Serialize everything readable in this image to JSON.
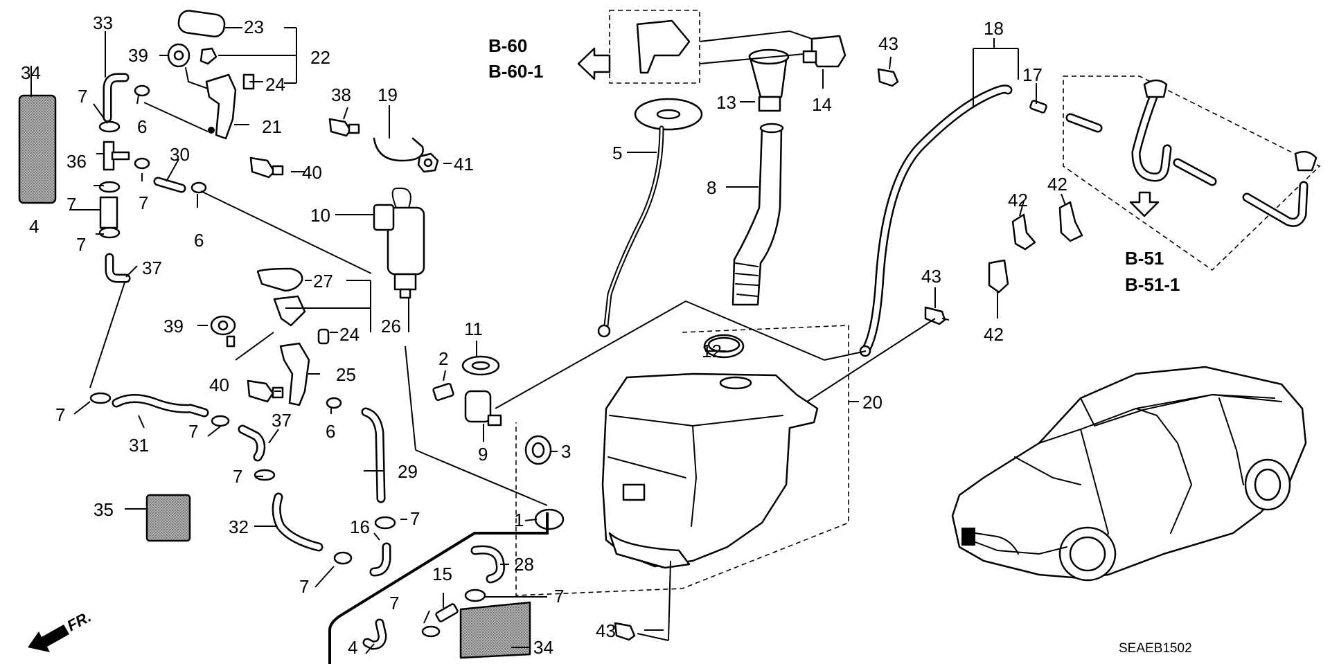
{
  "diagram": {
    "callouts": [
      {
        "id": "c33",
        "text": "33"
      },
      {
        "id": "c34a",
        "text": "34"
      },
      {
        "id": "c7a",
        "text": "7"
      },
      {
        "id": "c6a",
        "text": "6"
      },
      {
        "id": "c36",
        "text": "36"
      },
      {
        "id": "c30",
        "text": "30"
      },
      {
        "id": "c7b",
        "text": "7"
      },
      {
        "id": "c7c",
        "text": "7"
      },
      {
        "id": "c4a",
        "text": "4"
      },
      {
        "id": "c7d",
        "text": "7"
      },
      {
        "id": "c6b",
        "text": "6"
      },
      {
        "id": "c37a",
        "text": "37"
      },
      {
        "id": "c39a",
        "text": "39"
      },
      {
        "id": "c23",
        "text": "23"
      },
      {
        "id": "c22",
        "text": "22"
      },
      {
        "id": "c24a",
        "text": "24"
      },
      {
        "id": "c21",
        "text": "21"
      },
      {
        "id": "c38",
        "text": "38"
      },
      {
        "id": "c19",
        "text": "19"
      },
      {
        "id": "c40a",
        "text": "40"
      },
      {
        "id": "c41",
        "text": "41"
      },
      {
        "id": "c10",
        "text": "10"
      },
      {
        "id": "c27",
        "text": "27"
      },
      {
        "id": "c39b",
        "text": "39"
      },
      {
        "id": "c24b",
        "text": "24"
      },
      {
        "id": "c26",
        "text": "26"
      },
      {
        "id": "c25",
        "text": "25"
      },
      {
        "id": "c40b",
        "text": "40"
      },
      {
        "id": "c7e",
        "text": "7"
      },
      {
        "id": "c31",
        "text": "31"
      },
      {
        "id": "c7f",
        "text": "7"
      },
      {
        "id": "c37b",
        "text": "37"
      },
      {
        "id": "c6c",
        "text": "6"
      },
      {
        "id": "c29",
        "text": "29"
      },
      {
        "id": "c7g",
        "text": "7"
      },
      {
        "id": "c35",
        "text": "35"
      },
      {
        "id": "c32",
        "text": "32"
      },
      {
        "id": "c16",
        "text": "16"
      },
      {
        "id": "c7h",
        "text": "7"
      },
      {
        "id": "c7i",
        "text": "7"
      },
      {
        "id": "c4b",
        "text": "4"
      },
      {
        "id": "c15",
        "text": "15"
      },
      {
        "id": "c7j",
        "text": "7"
      },
      {
        "id": "c7k",
        "text": "7"
      },
      {
        "id": "c34b",
        "text": "34"
      },
      {
        "id": "c28",
        "text": "28"
      },
      {
        "id": "c1",
        "text": "1"
      },
      {
        "id": "c43a",
        "text": "43"
      },
      {
        "id": "c2",
        "text": "2"
      },
      {
        "id": "c11",
        "text": "11"
      },
      {
        "id": "c9",
        "text": "9"
      },
      {
        "id": "c3",
        "text": "3"
      },
      {
        "id": "c12",
        "text": "12"
      },
      {
        "id": "c20",
        "text": "20"
      },
      {
        "id": "c5",
        "text": "5"
      },
      {
        "id": "c8",
        "text": "8"
      },
      {
        "id": "c13",
        "text": "13"
      },
      {
        "id": "c14",
        "text": "14"
      },
      {
        "id": "c43b",
        "text": "43"
      },
      {
        "id": "c18",
        "text": "18"
      },
      {
        "id": "c17",
        "text": "17"
      },
      {
        "id": "c42a",
        "text": "42"
      },
      {
        "id": "c42b",
        "text": "42"
      },
      {
        "id": "c42c",
        "text": "42"
      },
      {
        "id": "c43c",
        "text": "43"
      }
    ],
    "references": {
      "b60": "B-60",
      "b60_1": "B-60-1",
      "b51": "B-51",
      "b51_1": "B-51-1"
    },
    "front_label": "FR.",
    "diagram_code": "SEAEB1502",
    "icons": [
      "front-direction-arrow-icon",
      "reference-arrow-icon",
      "vehicle-location-icon"
    ],
    "colors": {
      "line": "#000000",
      "background": "#ffffff",
      "filter_fill": "#9a9a9a"
    }
  }
}
